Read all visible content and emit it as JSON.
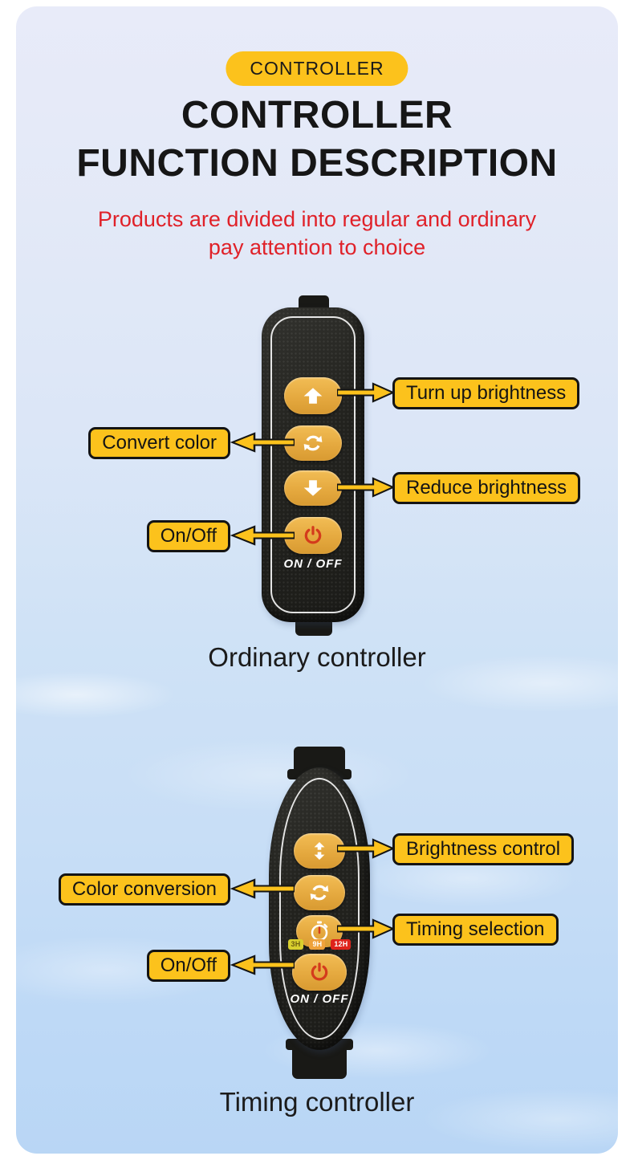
{
  "header": {
    "badge": "CONTROLLER",
    "title_line1": "CONTROLLER",
    "title_line2": "FUNCTION DESCRIPTION",
    "subtitle_line1": "Products are divided into regular and ordinary",
    "subtitle_line2": "pay attention to choice"
  },
  "colors": {
    "accent_yellow": "#fcc21c",
    "callout_border": "#141414",
    "subtitle_red": "#e02129",
    "button_gold": "#e5a93f",
    "power_icon_red": "#d43b1c",
    "remote_black": "#222220",
    "card_bg_top": "#e8ebf9",
    "card_bg_bottom": "#b9d6f5"
  },
  "ordinary": {
    "caption": "Ordinary controller",
    "on_off_label": "ON / OFF",
    "callouts": [
      {
        "label": "Turn up brightness",
        "side": "right"
      },
      {
        "label": "Convert color",
        "side": "left"
      },
      {
        "label": "Reduce brightness",
        "side": "right"
      },
      {
        "label": "On/Off",
        "side": "left"
      }
    ]
  },
  "timing": {
    "caption": "Timing controller",
    "on_off_label": "ON / OFF",
    "timer_badges": [
      {
        "label": "3H",
        "color": "#d8cf2e",
        "text_color": "#6e5e10"
      },
      {
        "label": "9H",
        "color": "#efa23b",
        "text_color": "#ffffff"
      },
      {
        "label": "12H",
        "color": "#de231b",
        "text_color": "#ffffff"
      }
    ],
    "callouts": [
      {
        "label": "Brightness control",
        "side": "right"
      },
      {
        "label": "Color conversion",
        "side": "left"
      },
      {
        "label": "Timing selection",
        "side": "right"
      },
      {
        "label": "On/Off",
        "side": "left"
      }
    ]
  }
}
